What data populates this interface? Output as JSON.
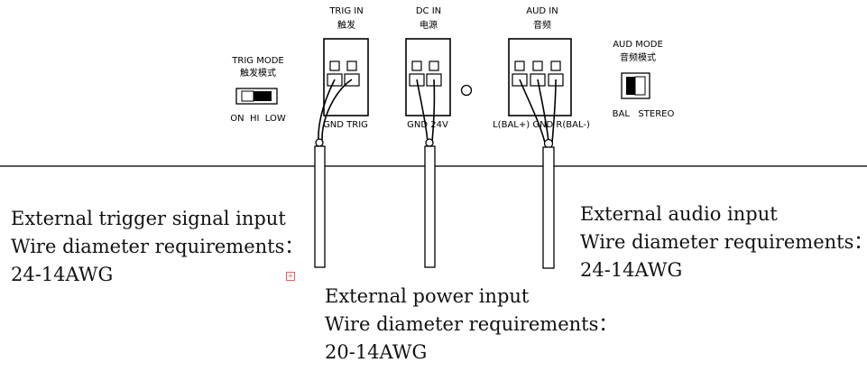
{
  "trig_mode": {
    "title": "TRIG MODE",
    "title_cn": "触发模式",
    "options": "ON  HI  LOW"
  },
  "trig_in": {
    "title": "TRIG IN",
    "title_cn": "触发",
    "pins": "GND TRIG"
  },
  "dc_in": {
    "title": "DC IN",
    "title_cn": "电源",
    "pins": "GND 24V"
  },
  "aud_in": {
    "title": "AUD IN",
    "title_cn": "音频",
    "pins": "L(BAL+) GND R(BAL-)"
  },
  "aud_mode": {
    "title": "AUD MODE",
    "title_cn": "音频模式",
    "options": "BAL   STEREO"
  },
  "descriptions": {
    "trigger": {
      "line1": "External trigger signal input",
      "line2": "Wire diameter requirements：",
      "line3": "24-14AWG"
    },
    "power": {
      "line1": "External power input",
      "line2": "Wire diameter requirements：",
      "line3": "20-14AWG"
    },
    "audio": {
      "line1": "External audio input",
      "line2": "Wire diameter requirements：",
      "line3": "24-14AWG"
    }
  },
  "expand_icon": "+"
}
